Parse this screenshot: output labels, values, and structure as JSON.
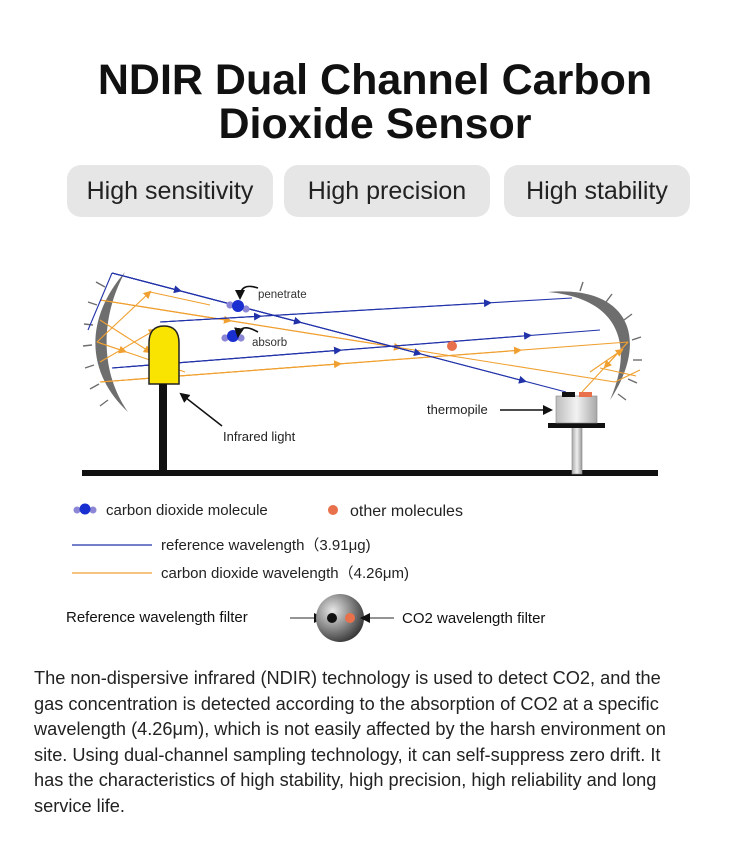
{
  "title_lines": [
    "NDIR Dual Channel Carbon",
    "Dioxide Sensor"
  ],
  "features": [
    "High sensitivity",
    "High precision",
    "High stability"
  ],
  "diagram_labels": {
    "penetrate": "penetrate",
    "absorb": "absorb",
    "infrared_light": "Infrared light",
    "thermopile": "thermopile"
  },
  "legend": {
    "co2_molecule": "carbon dioxide molecule",
    "other_molecules": "other molecules",
    "reference_wavelength": "reference wavelength（3.91μg)",
    "co2_wavelength": "carbon dioxide wavelength（4.26μm)"
  },
  "filters": {
    "reference": "Reference wavelength filter",
    "co2": "CO2 wavelength filter"
  },
  "description_lines": [
    "The non-dispersive infrared (NDIR) technology is used to detect CO2, and the",
    "gas concentration is detected according to the absorption of CO2 at a specific",
    "wavelength (4.26μm), which is not easily affected by the harsh environment on",
    "site. Using dual-channel sampling technology, it can self-suppress zero drift. It",
    "has the characteristics of high stability, high precision, high reliability and long",
    "service life."
  ],
  "colors": {
    "reference_beam": "#2233aa",
    "co2_beam": "#f0a030",
    "co2_molecule": "#1a2fd0",
    "other_molecule": "#e8704a",
    "lamp": "#f8e400",
    "pill_bg": "#e6e6e6"
  }
}
